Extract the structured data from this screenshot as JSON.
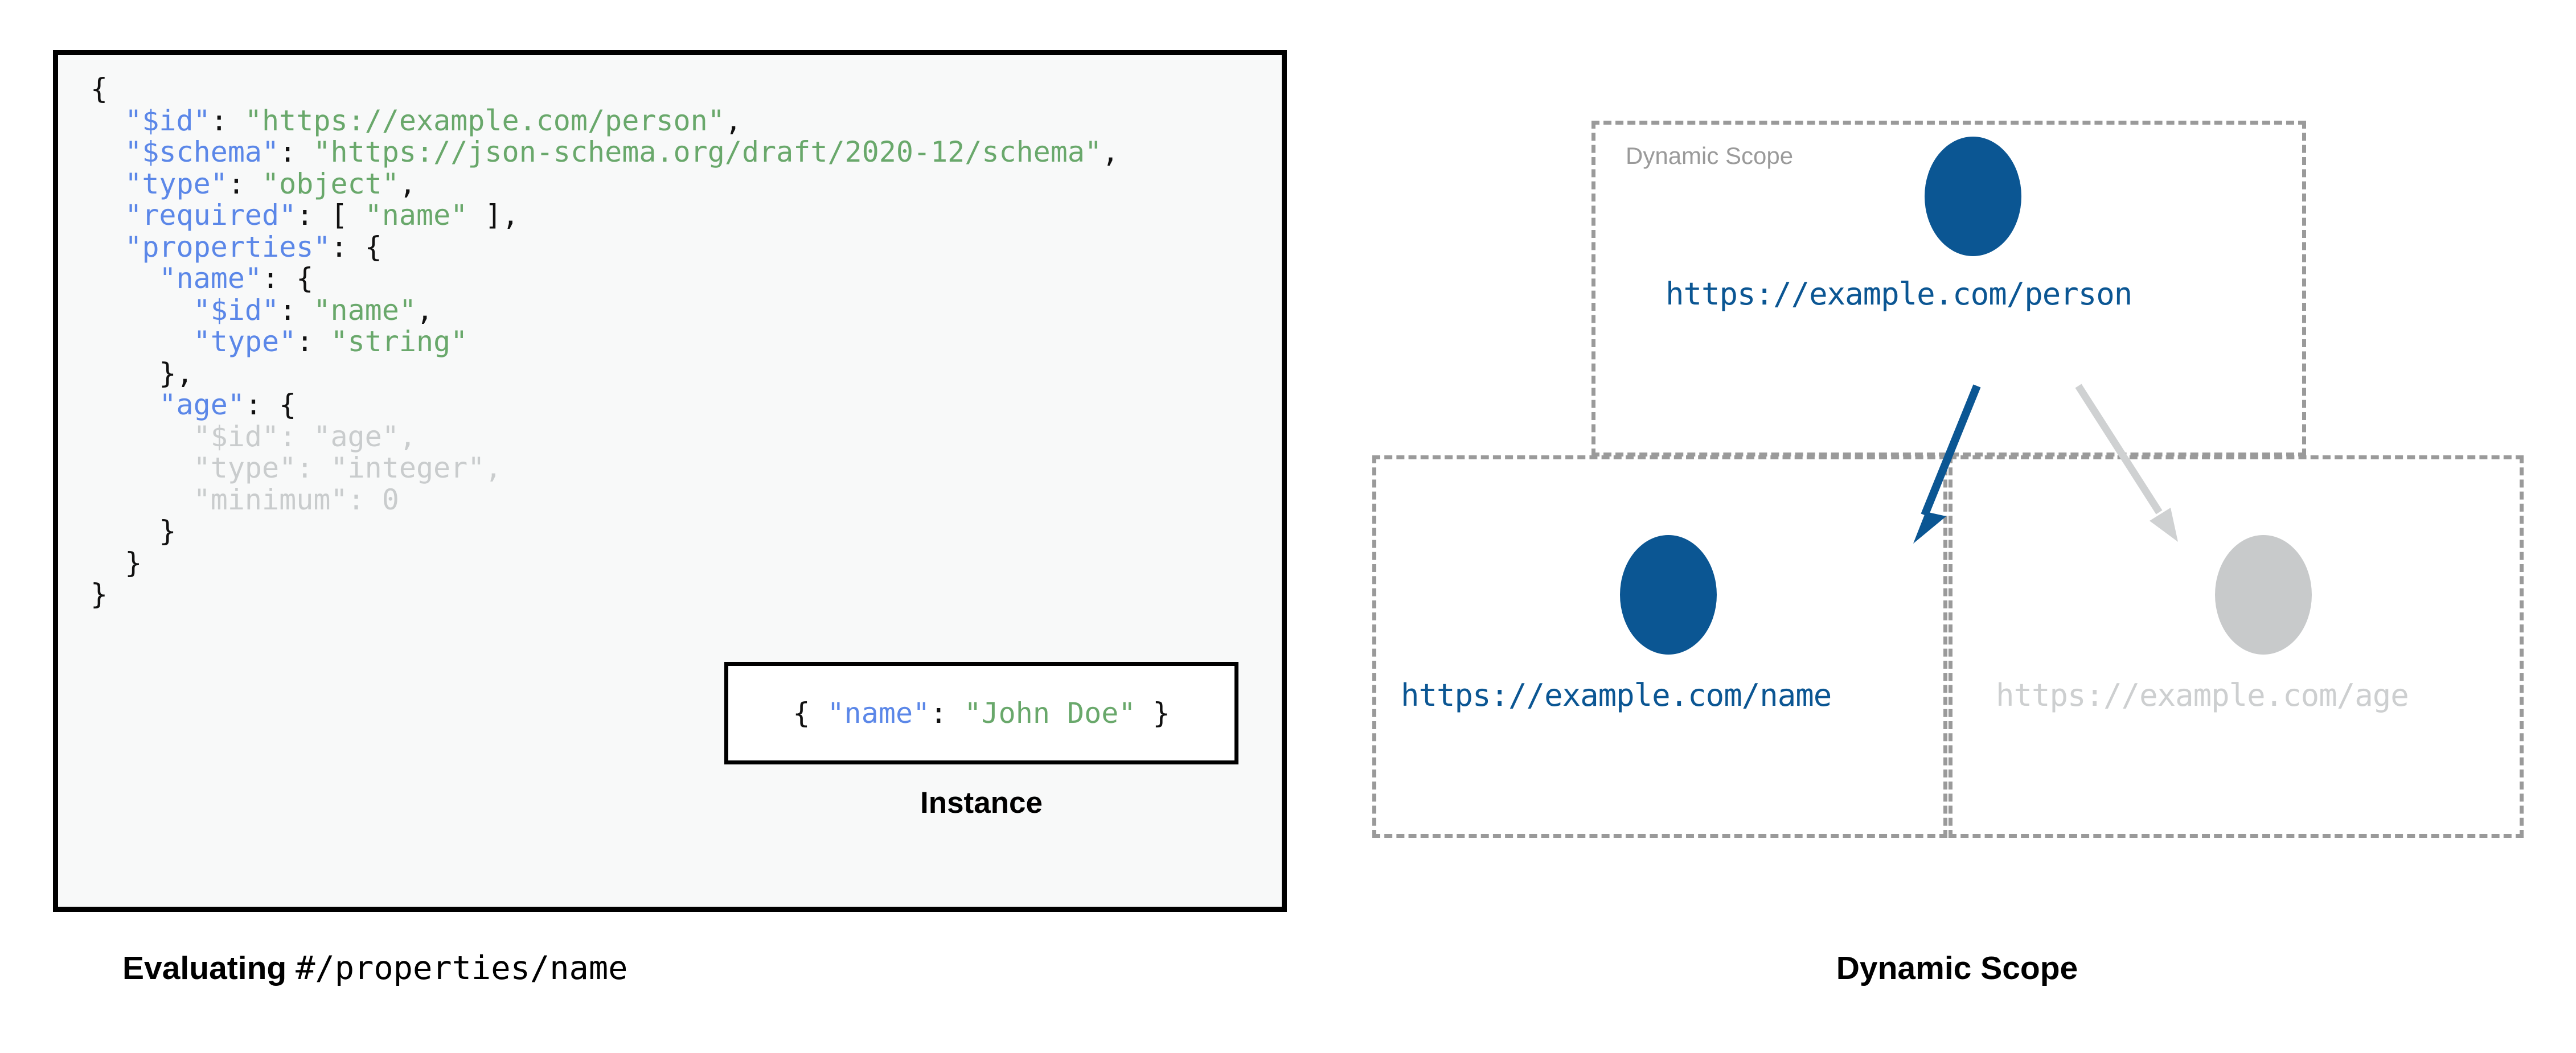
{
  "figure": {
    "left_caption_bold": "Evaluating ",
    "left_caption_mono": "#/properties/name",
    "right_caption": "Dynamic Scope"
  },
  "colors": {
    "active_blue": "#0b5693",
    "dimmed_gray": "#c8cacb",
    "key_blue": "#5b87e8",
    "string_green": "#69a86b",
    "dim_text": "#c9cccd",
    "dashed_border": "#9a9a9a",
    "card_background": "#f8f9f9"
  },
  "schema_card": {
    "lines": [
      {
        "indent": 0,
        "parts": [
          {
            "t": "{",
            "c": "punct"
          }
        ]
      },
      {
        "indent": 1,
        "parts": [
          {
            "t": "\"$id\"",
            "c": "key"
          },
          {
            "t": ": ",
            "c": "punct"
          },
          {
            "t": "\"https://example.com/person\"",
            "c": "str"
          },
          {
            "t": ",",
            "c": "punct"
          }
        ]
      },
      {
        "indent": 1,
        "parts": [
          {
            "t": "\"$schema\"",
            "c": "key"
          },
          {
            "t": ": ",
            "c": "punct"
          },
          {
            "t": "\"https://json-schema.org/draft/2020-12/schema\"",
            "c": "str"
          },
          {
            "t": ",",
            "c": "punct"
          }
        ]
      },
      {
        "indent": 1,
        "parts": [
          {
            "t": "\"type\"",
            "c": "key"
          },
          {
            "t": ": ",
            "c": "punct"
          },
          {
            "t": "\"object\"",
            "c": "str"
          },
          {
            "t": ",",
            "c": "punct"
          }
        ]
      },
      {
        "indent": 1,
        "parts": [
          {
            "t": "\"required\"",
            "c": "key"
          },
          {
            "t": ": [ ",
            "c": "punct"
          },
          {
            "t": "\"name\"",
            "c": "str"
          },
          {
            "t": " ],",
            "c": "punct"
          }
        ]
      },
      {
        "indent": 1,
        "parts": [
          {
            "t": "\"properties\"",
            "c": "key"
          },
          {
            "t": ": {",
            "c": "punct"
          }
        ]
      },
      {
        "indent": 2,
        "parts": [
          {
            "t": "\"name\"",
            "c": "key"
          },
          {
            "t": ": {",
            "c": "punct"
          }
        ]
      },
      {
        "indent": 3,
        "parts": [
          {
            "t": "\"$id\"",
            "c": "key"
          },
          {
            "t": ": ",
            "c": "punct"
          },
          {
            "t": "\"name\"",
            "c": "str"
          },
          {
            "t": ",",
            "c": "punct"
          }
        ]
      },
      {
        "indent": 3,
        "parts": [
          {
            "t": "\"type\"",
            "c": "key"
          },
          {
            "t": ": ",
            "c": "punct"
          },
          {
            "t": "\"string\"",
            "c": "str"
          }
        ]
      },
      {
        "indent": 2,
        "parts": [
          {
            "t": "},",
            "c": "punct"
          }
        ]
      },
      {
        "indent": 2,
        "parts": [
          {
            "t": "\"age\"",
            "c": "key"
          },
          {
            "t": ": {",
            "c": "punct"
          }
        ]
      },
      {
        "indent": 3,
        "parts": [
          {
            "t": "\"$id\": \"age\",",
            "c": "dim"
          }
        ]
      },
      {
        "indent": 3,
        "parts": [
          {
            "t": "\"type\": \"integer\",",
            "c": "dim"
          }
        ]
      },
      {
        "indent": 3,
        "parts": [
          {
            "t": "\"minimum\": 0",
            "c": "dim"
          }
        ]
      },
      {
        "indent": 2,
        "parts": [
          {
            "t": "}",
            "c": "punct"
          }
        ]
      },
      {
        "indent": 1,
        "parts": [
          {
            "t": "}",
            "c": "punct"
          }
        ]
      },
      {
        "indent": 0,
        "parts": [
          {
            "t": "}",
            "c": "punct"
          }
        ]
      }
    ]
  },
  "instance": {
    "caption": "Instance",
    "parts": [
      {
        "t": "{ ",
        "c": "punct"
      },
      {
        "t": "\"name\"",
        "c": "key"
      },
      {
        "t": ": ",
        "c": "punct"
      },
      {
        "t": "\"John Doe\"",
        "c": "str"
      },
      {
        "t": " }",
        "c": "punct"
      }
    ]
  },
  "diagram": {
    "scope_tag": "Dynamic Scope",
    "nodes": [
      {
        "id": "person",
        "label": "https://example.com/person",
        "state": "active"
      },
      {
        "id": "name",
        "label": "https://example.com/name",
        "state": "active"
      },
      {
        "id": "age",
        "label": "https://example.com/age",
        "state": "dimmed"
      }
    ],
    "edges": [
      {
        "from": "person",
        "to": "name",
        "state": "active"
      },
      {
        "from": "person",
        "to": "age",
        "state": "dimmed"
      }
    ]
  }
}
